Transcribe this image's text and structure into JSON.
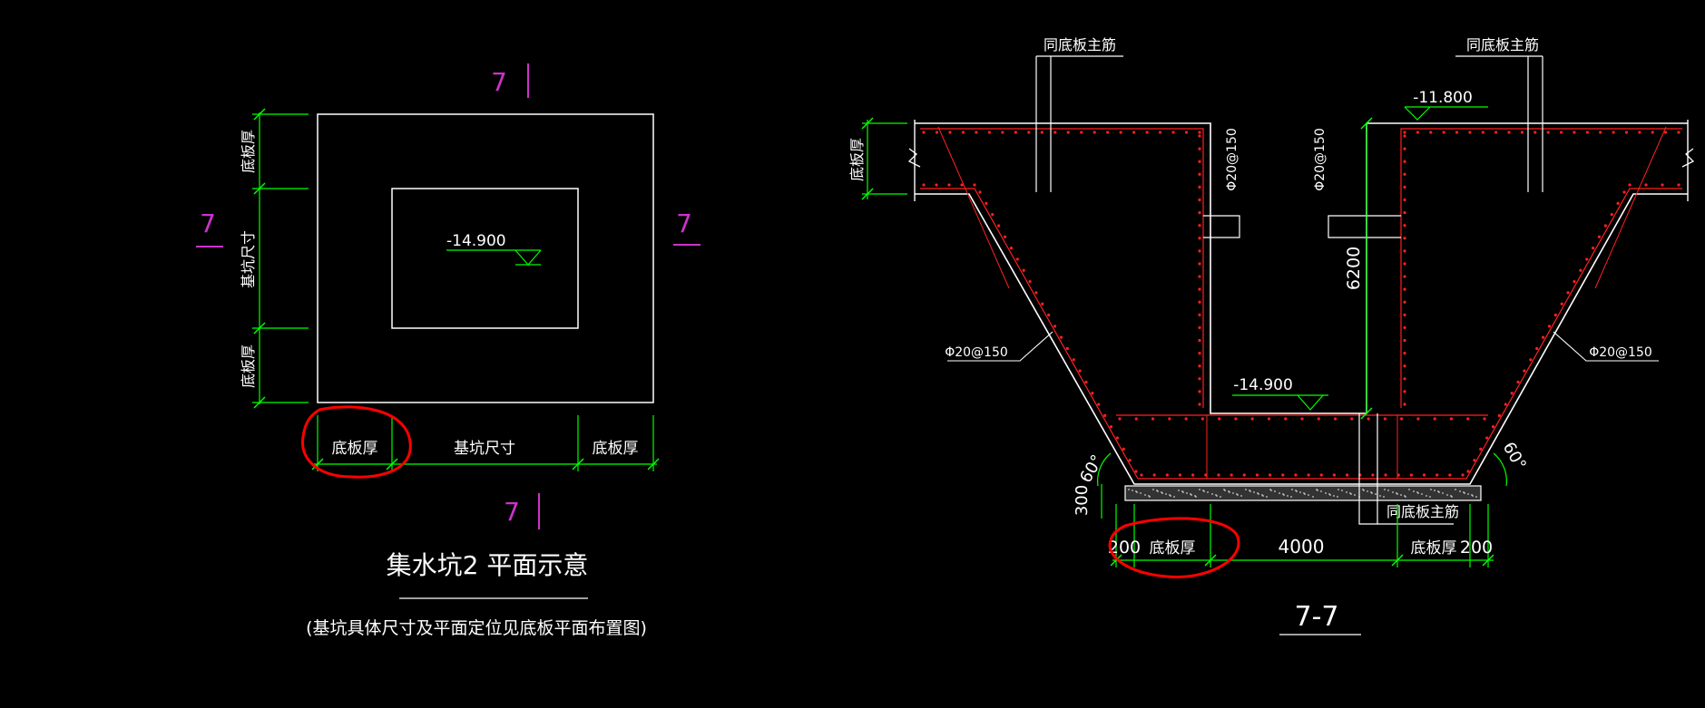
{
  "colors": {
    "background": "#000000",
    "outline": "#ffffff",
    "dimension": "#00ff00",
    "section_mark": "#cc33cc",
    "rebar": "#ff2020",
    "annotation": "#ff0000"
  },
  "plan": {
    "title": "集水坑2 平面示意",
    "subtitle": "(基坑具体尺寸及平面定位见底板平面布置图)",
    "elevation": "-14.900",
    "section_mark_top": "7",
    "section_mark_bottom": "7",
    "section_mark_left": "7",
    "section_mark_right": "7",
    "dim_left_top": "底板厚",
    "dim_left_mid": "基坑尺寸",
    "dim_left_bottom": "底板厚",
    "dim_bottom_left": "底板厚",
    "dim_bottom_mid": "基坑尺寸",
    "dim_bottom_right": "底板厚"
  },
  "section": {
    "title": "7-7",
    "top_elevation": "-11.800",
    "pit_elevation": "-14.900",
    "label_same_main_left": "同底板主筋",
    "label_same_main_right": "同底板主筋",
    "label_same_main_bottom": "同底板主筋",
    "slab_thickness_label": "底板厚",
    "rebar_left_wall": "Φ20@150",
    "rebar_right_wall": "Φ20@150",
    "rebar_left_slope": "Φ20@150",
    "rebar_right_slope": "Φ20@150",
    "depth_dim": "6200",
    "angle_left": "60°",
    "angle_right": "60°",
    "dim_300": "300",
    "dim_bottom_200_left": "200",
    "dim_bottom_thick_left": "底板厚",
    "dim_bottom_4000": "4000",
    "dim_bottom_thick_right": "底板厚",
    "dim_bottom_200_right": "200"
  }
}
